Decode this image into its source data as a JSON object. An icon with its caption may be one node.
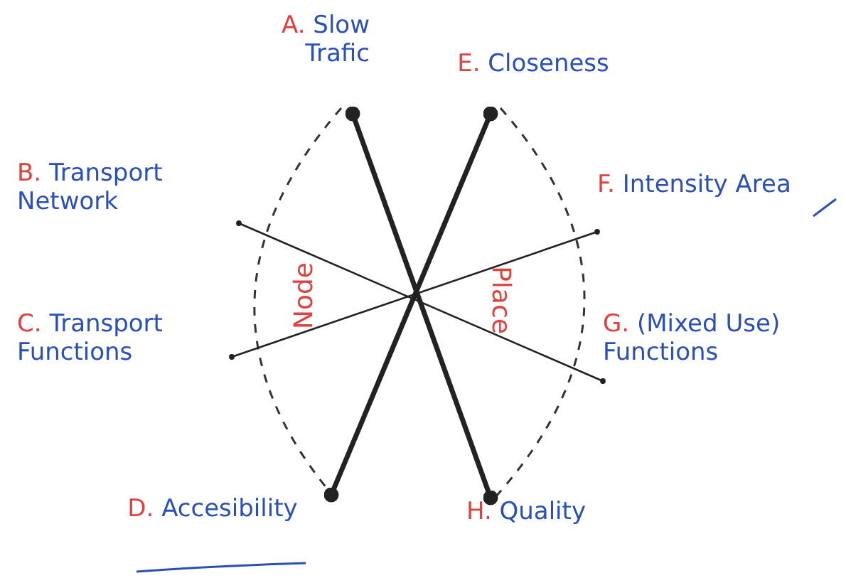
{
  "diagram": {
    "nodes": [
      {
        "text": [
          "A.",
          "Slow Trafic"
        ]
      },
      {
        "text": [
          "B.",
          "Transport Network"
        ]
      },
      {
        "text": [
          "C.",
          "Transport Functions"
        ]
      },
      {
        "text": [
          "D.",
          "Accesibility"
        ]
      },
      {
        "text": [
          "E.",
          "Closeness"
        ]
      },
      {
        "text": [
          "F.",
          "Intensity Area"
        ]
      },
      {
        "text": [
          "G.",
          "(Mixed Use) Functions"
        ]
      },
      {
        "text": [
          "H.",
          "Quality"
        ]
      }
    ],
    "edges": [
      {
        "from": 0,
        "to": 7,
        "arrow": "other",
        "style": "thick"
      },
      {
        "from": 4,
        "to": 3,
        "arrow": "other",
        "style": "thick"
      },
      {
        "from": 1,
        "to": 6,
        "arrow": "other"
      },
      {
        "from": 2,
        "to": 5,
        "arrow": "other"
      }
    ],
    "labels": [
      "Node",
      "Place"
    ]
  }
}
